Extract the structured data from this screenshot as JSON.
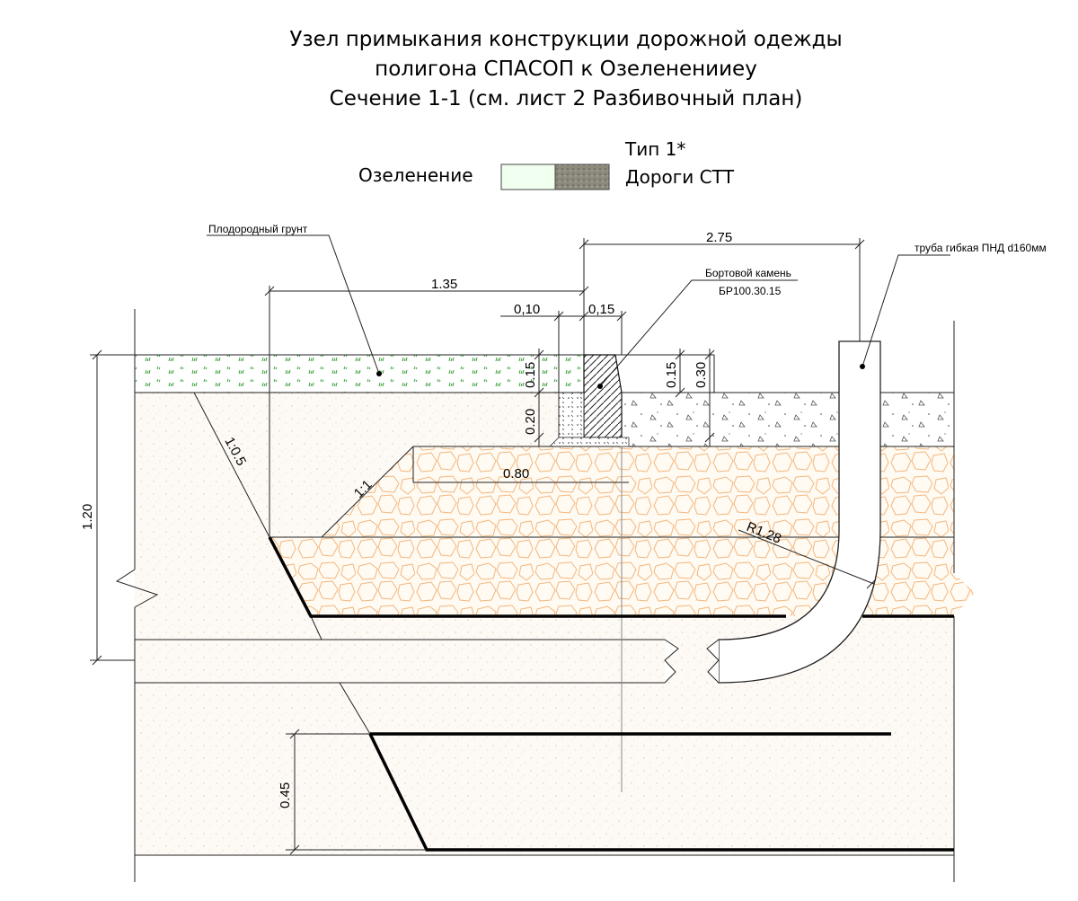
{
  "title": {
    "line1": "Узел примыкания конструкции дорожной одежды",
    "line2": "полигона СПАСОП к Озелененииеу",
    "line3": "Сечение 1-1 (см. лист 2 Разбивочный план)"
  },
  "legend": {
    "left_label": "Озеленение",
    "right_top": "Тип 1*",
    "right_bottom": "Дороги СТТ",
    "left_color": "#f0fff0",
    "right_color": "#8c8a7c"
  },
  "labels": {
    "fertile_soil": "Плодородный грунт",
    "curb_line1": "Бортовой камень",
    "curb_line2": "БР100.30.15",
    "pipe": "труба гибкая ПНД d160мм"
  },
  "dims": {
    "d275": "2.75",
    "d135": "1.35",
    "d010": "0,10",
    "d015a": "0,15",
    "d015v1": "0.15",
    "d020": "0.20",
    "d015v2": "0.15",
    "d030": "0.30",
    "d080": "0.80",
    "d120": "1.20",
    "d045": "0.45",
    "slope1": "1:0.5",
    "slope2": "1:1",
    "radius": "R1.28"
  }
}
